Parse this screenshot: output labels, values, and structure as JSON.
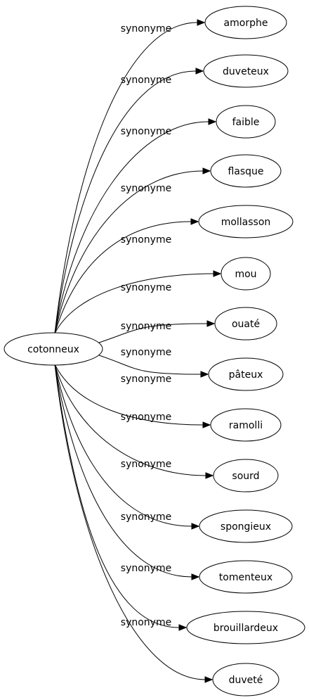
{
  "colors": {
    "background": "#ffffff",
    "stroke": "#000000",
    "text": "#000000"
  },
  "graph": {
    "source": {
      "label": "cotonneux"
    },
    "relation_label": "synonyme",
    "targets": [
      {
        "label": "amorphe"
      },
      {
        "label": "duveteux"
      },
      {
        "label": "faible"
      },
      {
        "label": "flasque"
      },
      {
        "label": "mollasson"
      },
      {
        "label": "mou"
      },
      {
        "label": "ouaté"
      },
      {
        "label": "pâteux"
      },
      {
        "label": "ramolli"
      },
      {
        "label": "sourd"
      },
      {
        "label": "spongieux"
      },
      {
        "label": "tomenteux"
      },
      {
        "label": "brouillardeux"
      },
      {
        "label": "duveté"
      }
    ]
  }
}
